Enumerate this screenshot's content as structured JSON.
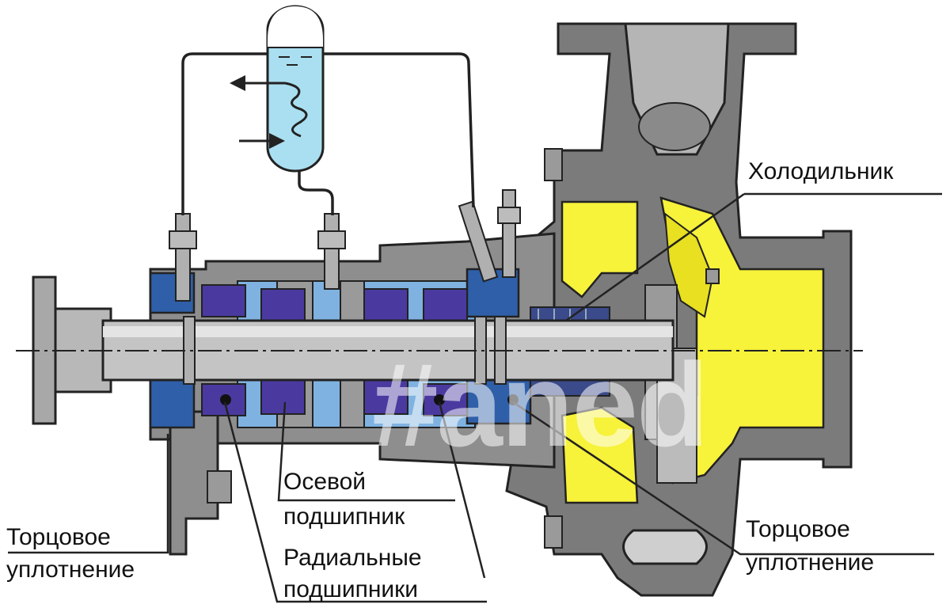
{
  "labels": {
    "cooler": "Холодильник",
    "left_seal_line1": "Торцовое",
    "left_seal_line2": "уплотнение",
    "axial_line1": "Осевой",
    "axial_line2": "подшипник",
    "radial_line1": "Радиальные",
    "radial_line2": "подшипники",
    "right_seal_line1": "Торцовое",
    "right_seal_line2": "уплотнение"
  },
  "watermark": "#aned",
  "colors": {
    "housing": "#8c8c8c",
    "housing_dark": "#5f5f5f",
    "shaft": "#c4c4c4",
    "seal_blue": "#2f5fa8",
    "impeller_yellow": "#f7f23a",
    "bearing_purple": "#4a3aa0",
    "tank_liquid": "#a9dff0",
    "oil_blue": "#7fb2e0"
  }
}
